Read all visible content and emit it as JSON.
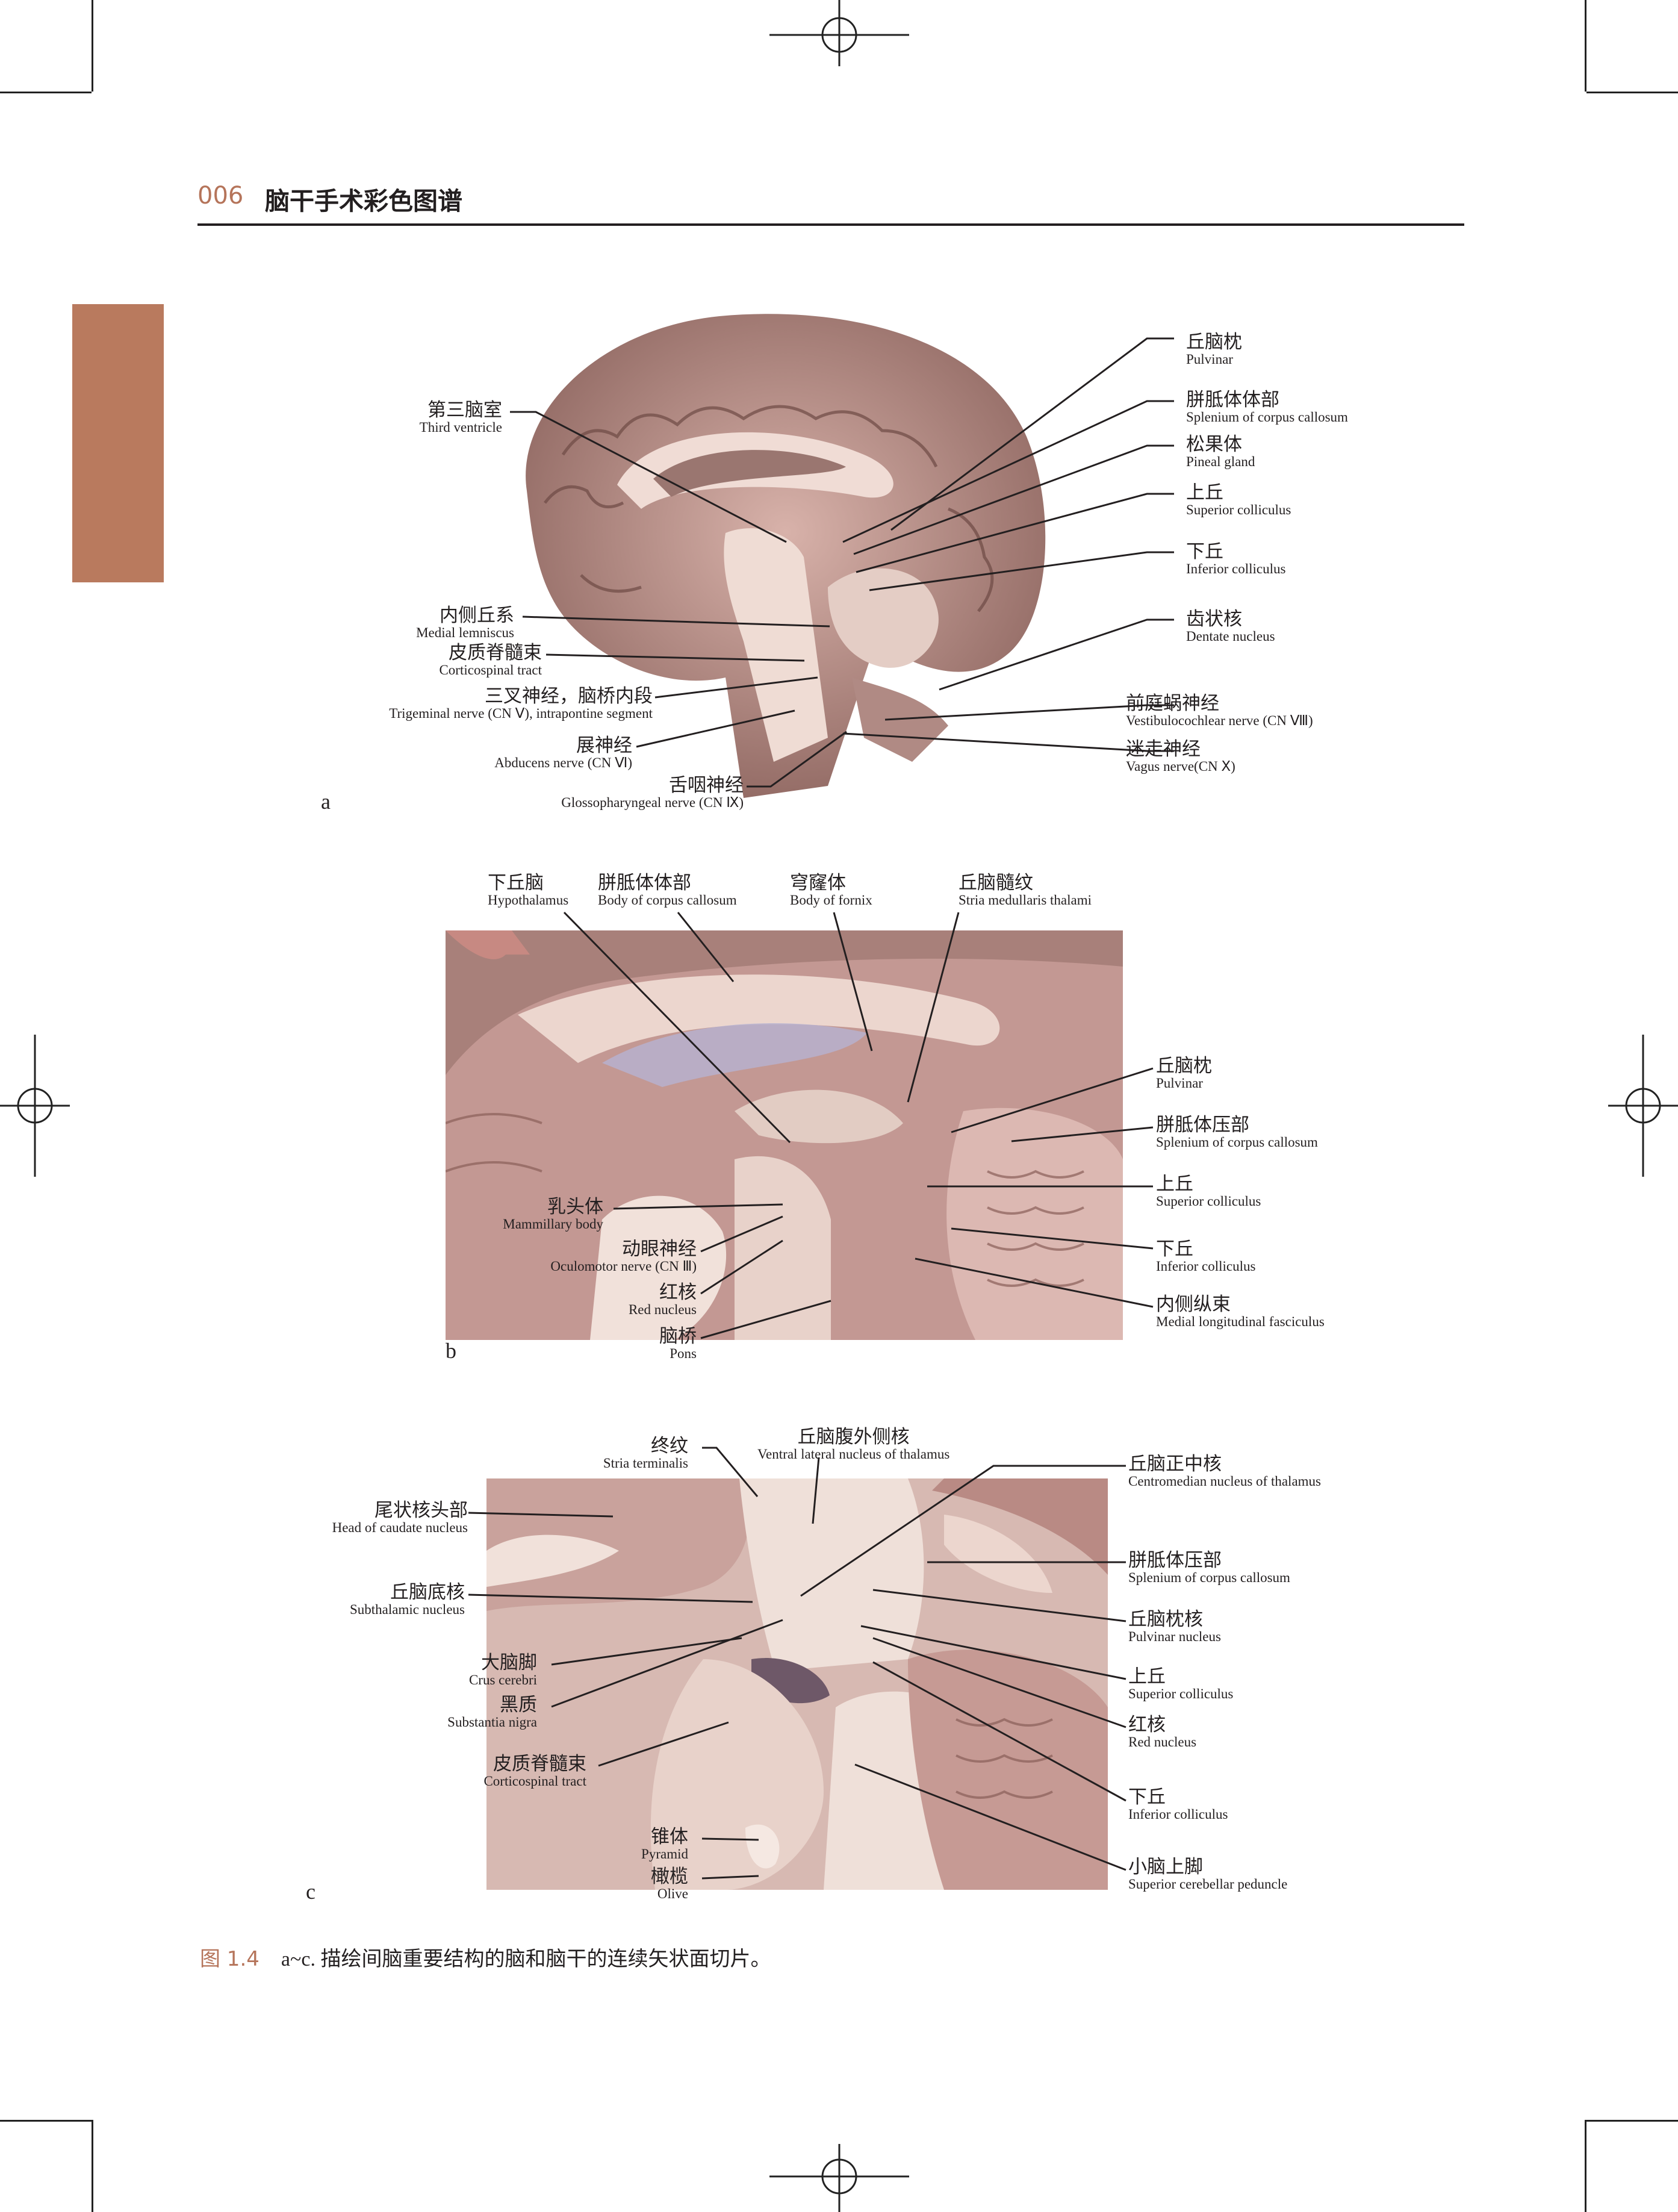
{
  "header": {
    "page_number": "006",
    "book_title": "脑干手术彩色图谱"
  },
  "panels": {
    "a": {
      "letter": "a",
      "left_labels": [
        {
          "zh": "第三脑室",
          "en": "Third ventricle"
        },
        {
          "zh": "内侧丘系",
          "en": "Medial lemniscus"
        },
        {
          "zh": "皮质脊髓束",
          "en": "Corticospinal tract"
        },
        {
          "zh": "三叉神经，脑桥内段",
          "en": "Trigeminal nerve (CN Ⅴ), intrapontine segment"
        },
        {
          "zh": "展神经",
          "en": "Abducens nerve (CN Ⅵ)"
        },
        {
          "zh": "舌咽神经",
          "en": "Glossopharyngeal nerve (CN Ⅸ)"
        }
      ],
      "right_labels": [
        {
          "zh": "丘脑枕",
          "en": "Pulvinar"
        },
        {
          "zh": "胼胝体体部",
          "en": "Splenium of corpus callosum"
        },
        {
          "zh": "松果体",
          "en": "Pineal gland"
        },
        {
          "zh": "上丘",
          "en": "Superior colliculus"
        },
        {
          "zh": "下丘",
          "en": "Inferior colliculus"
        },
        {
          "zh": "齿状核",
          "en": "Dentate nucleus"
        },
        {
          "zh": "前庭蜗神经",
          "en": "Vestibulocochlear nerve (CN Ⅷ)"
        },
        {
          "zh": "迷走神经",
          "en": "Vagus nerve(CN Ⅹ)"
        }
      ]
    },
    "b": {
      "letter": "b",
      "top_labels": [
        {
          "zh": "下丘脑",
          "en": "Hypothalamus"
        },
        {
          "zh": "胼胝体体部",
          "en": "Body of corpus callosum"
        },
        {
          "zh": "穹窿体",
          "en": "Body of fornix"
        },
        {
          "zh": "丘脑髓纹",
          "en": "Stria medullaris thalami"
        }
      ],
      "left_labels": [
        {
          "zh": "乳头体",
          "en": "Mammillary body"
        },
        {
          "zh": "动眼神经",
          "en": "Oculomotor nerve (CN Ⅲ)"
        },
        {
          "zh": "红核",
          "en": "Red nucleus"
        },
        {
          "zh": "脑桥",
          "en": "Pons"
        }
      ],
      "right_labels": [
        {
          "zh": "丘脑枕",
          "en": "Pulvinar"
        },
        {
          "zh": "胼胝体压部",
          "en": "Splenium of corpus callosum"
        },
        {
          "zh": "上丘",
          "en": "Superior colliculus"
        },
        {
          "zh": "下丘",
          "en": "Inferior colliculus"
        },
        {
          "zh": "内侧纵束",
          "en": "Medial longitudinal fasciculus"
        }
      ]
    },
    "c": {
      "letter": "c",
      "top_labels": [
        {
          "zh": "终纹",
          "en": "Stria terminalis"
        },
        {
          "zh": "丘脑腹外侧核",
          "en": "Ventral lateral nucleus of thalamus"
        }
      ],
      "left_labels": [
        {
          "zh": "尾状核头部",
          "en": "Head of caudate nucleus"
        },
        {
          "zh": "丘脑底核",
          "en": "Subthalamic nucleus"
        },
        {
          "zh": "大脑脚",
          "en": "Crus cerebri"
        },
        {
          "zh": "黑质",
          "en": "Substantia nigra"
        },
        {
          "zh": "皮质脊髓束",
          "en": "Corticospinal tract"
        },
        {
          "zh": "锥体",
          "en": "Pyramid"
        },
        {
          "zh": "橄榄",
          "en": "Olive"
        }
      ],
      "right_labels": [
        {
          "zh": "丘脑正中核",
          "en": "Centromedian nucleus of thalamus"
        },
        {
          "zh": "胼胝体压部",
          "en": "Splenium of corpus callosum"
        },
        {
          "zh": "丘脑枕核",
          "en": "Pulvinar nucleus"
        },
        {
          "zh": "上丘",
          "en": "Superior colliculus"
        },
        {
          "zh": "红核",
          "en": "Red nucleus"
        },
        {
          "zh": "下丘",
          "en": "Inferior colliculus"
        },
        {
          "zh": "小脑上脚",
          "en": "Superior cerebellar peduncle"
        }
      ]
    }
  },
  "caption": {
    "figure_label": "图 1.4",
    "text": "a~c. 描绘间脑重要结构的脑和脑干的连续矢状面切片。"
  },
  "colors": {
    "accent": "#b5745a",
    "side_tab": "#b97a5e",
    "tissue": "#c9a09a",
    "tissue_light": "#e6cdc6"
  }
}
